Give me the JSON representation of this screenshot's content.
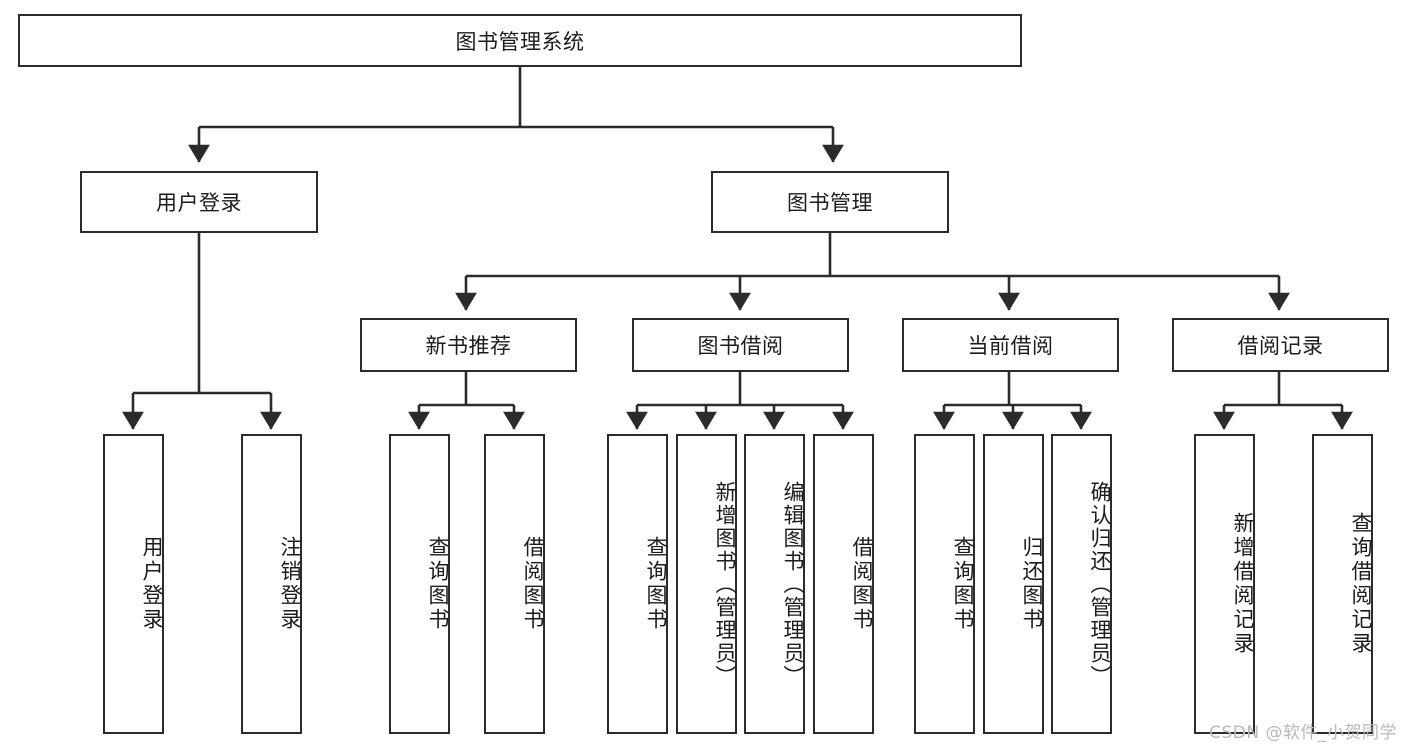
{
  "diagram": {
    "title": "图书管理系统",
    "watermark": "CSDN @软件_小贺同学",
    "colors": {
      "stroke": "#2b2b2b",
      "fill": "#ffffff",
      "text": "#1c1c1c",
      "watermark": "#b9b9b9"
    },
    "root": {
      "label": "图书管理系统"
    },
    "level2": [
      {
        "label": "用户登录"
      },
      {
        "label": "图书管理"
      }
    ],
    "level3": [
      {
        "label": "新书推荐"
      },
      {
        "label": "图书借阅"
      },
      {
        "label": "当前借阅"
      },
      {
        "label": "借阅记录"
      }
    ],
    "leaves": {
      "user_login": [
        {
          "label": "用户登录"
        },
        {
          "label": "注销登录"
        }
      ],
      "new_book_recommend": [
        {
          "label": "查询图书"
        },
        {
          "label": "借阅图书"
        }
      ],
      "book_borrow": [
        {
          "label": "查询图书"
        },
        {
          "label": "新增图书（管理员）"
        },
        {
          "label": "编辑图书（管理员）"
        },
        {
          "label": "借阅图书"
        }
      ],
      "current_borrow": [
        {
          "label": "查询图书"
        },
        {
          "label": "归还图书"
        },
        {
          "label": "确认归还（管理员）"
        }
      ],
      "borrow_record": [
        {
          "label": "新增借阅记录"
        },
        {
          "label": "查询借阅记录"
        }
      ]
    }
  }
}
